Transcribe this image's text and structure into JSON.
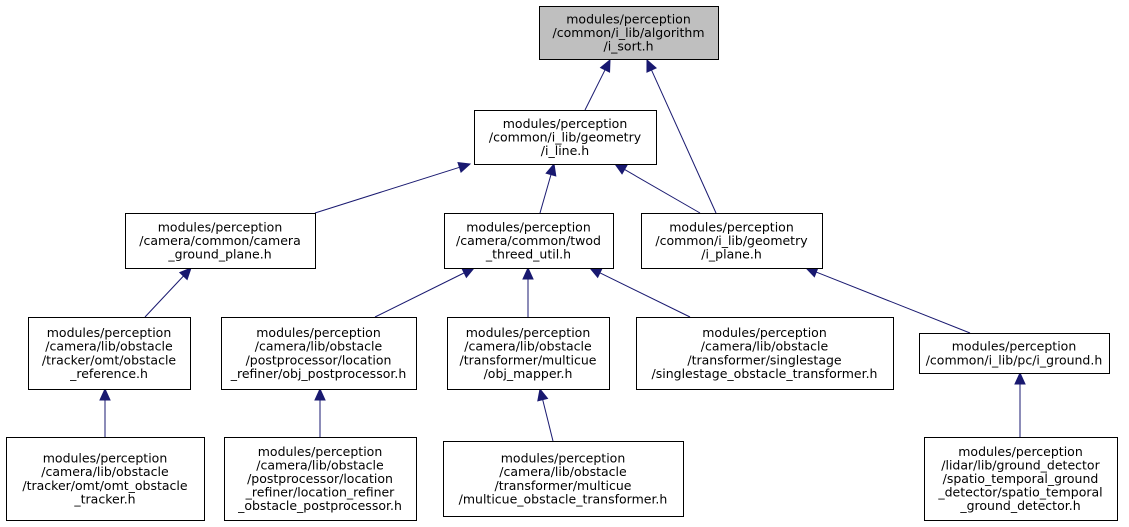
{
  "diagram": {
    "type": "include-dependency-graph",
    "nodes": [
      {
        "id": "i_sort",
        "root": true,
        "lines": [
          "modules/perception",
          "/common/i_lib/algorithm",
          "/i_sort.h"
        ]
      },
      {
        "id": "i_line",
        "lines": [
          "modules/perception",
          "/common/i_lib/geometry",
          "/i_line.h"
        ]
      },
      {
        "id": "camera_ground_plane",
        "lines": [
          "modules/perception",
          "/camera/common/camera",
          "_ground_plane.h"
        ]
      },
      {
        "id": "twod_threed_util",
        "lines": [
          "modules/perception",
          "/camera/common/twod",
          "_threed_util.h"
        ]
      },
      {
        "id": "i_plane",
        "lines": [
          "modules/perception",
          "/common/i_lib/geometry",
          "/i_plane.h"
        ]
      },
      {
        "id": "obstacle_reference",
        "lines": [
          "modules/perception",
          "/camera/lib/obstacle",
          "/tracker/omt/obstacle",
          "_reference.h"
        ]
      },
      {
        "id": "obj_postprocessor",
        "lines": [
          "modules/perception",
          "/camera/lib/obstacle",
          "/postprocessor/location",
          "_refiner/obj_postprocessor.h"
        ]
      },
      {
        "id": "obj_mapper",
        "lines": [
          "modules/perception",
          "/camera/lib/obstacle",
          "/transformer/multicue",
          "/obj_mapper.h"
        ]
      },
      {
        "id": "singlestage_transformer",
        "lines": [
          "modules/perception",
          "/camera/lib/obstacle",
          "/transformer/singlestage",
          "/singlestage_obstacle_transformer.h"
        ]
      },
      {
        "id": "i_ground",
        "lines": [
          "modules/perception",
          "/common/i_lib/pc/i_ground.h"
        ]
      },
      {
        "id": "omt_obstacle_tracker",
        "lines": [
          "modules/perception",
          "/camera/lib/obstacle",
          "/tracker/omt/omt_obstacle",
          "_tracker.h"
        ]
      },
      {
        "id": "location_refiner_postprocessor",
        "lines": [
          "modules/perception",
          "/camera/lib/obstacle",
          "/postprocessor/location",
          "_refiner/location_refiner",
          "_obstacle_postprocessor.h"
        ]
      },
      {
        "id": "multicue_transformer",
        "lines": [
          "modules/perception",
          "/camera/lib/obstacle",
          "/transformer/multicue",
          "/multicue_obstacle_transformer.h"
        ]
      },
      {
        "id": "spatio_temporal_ground_detector",
        "lines": [
          "modules/perception",
          "/lidar/lib/ground_detector",
          "/spatio_temporal_ground",
          "_detector/spatio_temporal",
          "_ground_detector.h"
        ]
      }
    ],
    "edges": [
      {
        "from": "i_line",
        "to": "i_sort"
      },
      {
        "from": "i_plane",
        "to": "i_sort"
      },
      {
        "from": "camera_ground_plane",
        "to": "i_line"
      },
      {
        "from": "twod_threed_util",
        "to": "i_line"
      },
      {
        "from": "i_plane",
        "to": "i_line"
      },
      {
        "from": "obstacle_reference",
        "to": "camera_ground_plane"
      },
      {
        "from": "obj_postprocessor",
        "to": "twod_threed_util"
      },
      {
        "from": "obj_mapper",
        "to": "twod_threed_util"
      },
      {
        "from": "singlestage_transformer",
        "to": "twod_threed_util"
      },
      {
        "from": "i_ground",
        "to": "i_plane"
      },
      {
        "from": "omt_obstacle_tracker",
        "to": "obstacle_reference"
      },
      {
        "from": "location_refiner_postprocessor",
        "to": "obj_postprocessor"
      },
      {
        "from": "multicue_transformer",
        "to": "obj_mapper"
      },
      {
        "from": "spatio_temporal_ground_detector",
        "to": "i_ground"
      }
    ]
  },
  "colors": {
    "root_fill": "#bfbfbf",
    "node_fill": "#ffffff",
    "node_stroke": "#000000",
    "edge": "#191970"
  }
}
